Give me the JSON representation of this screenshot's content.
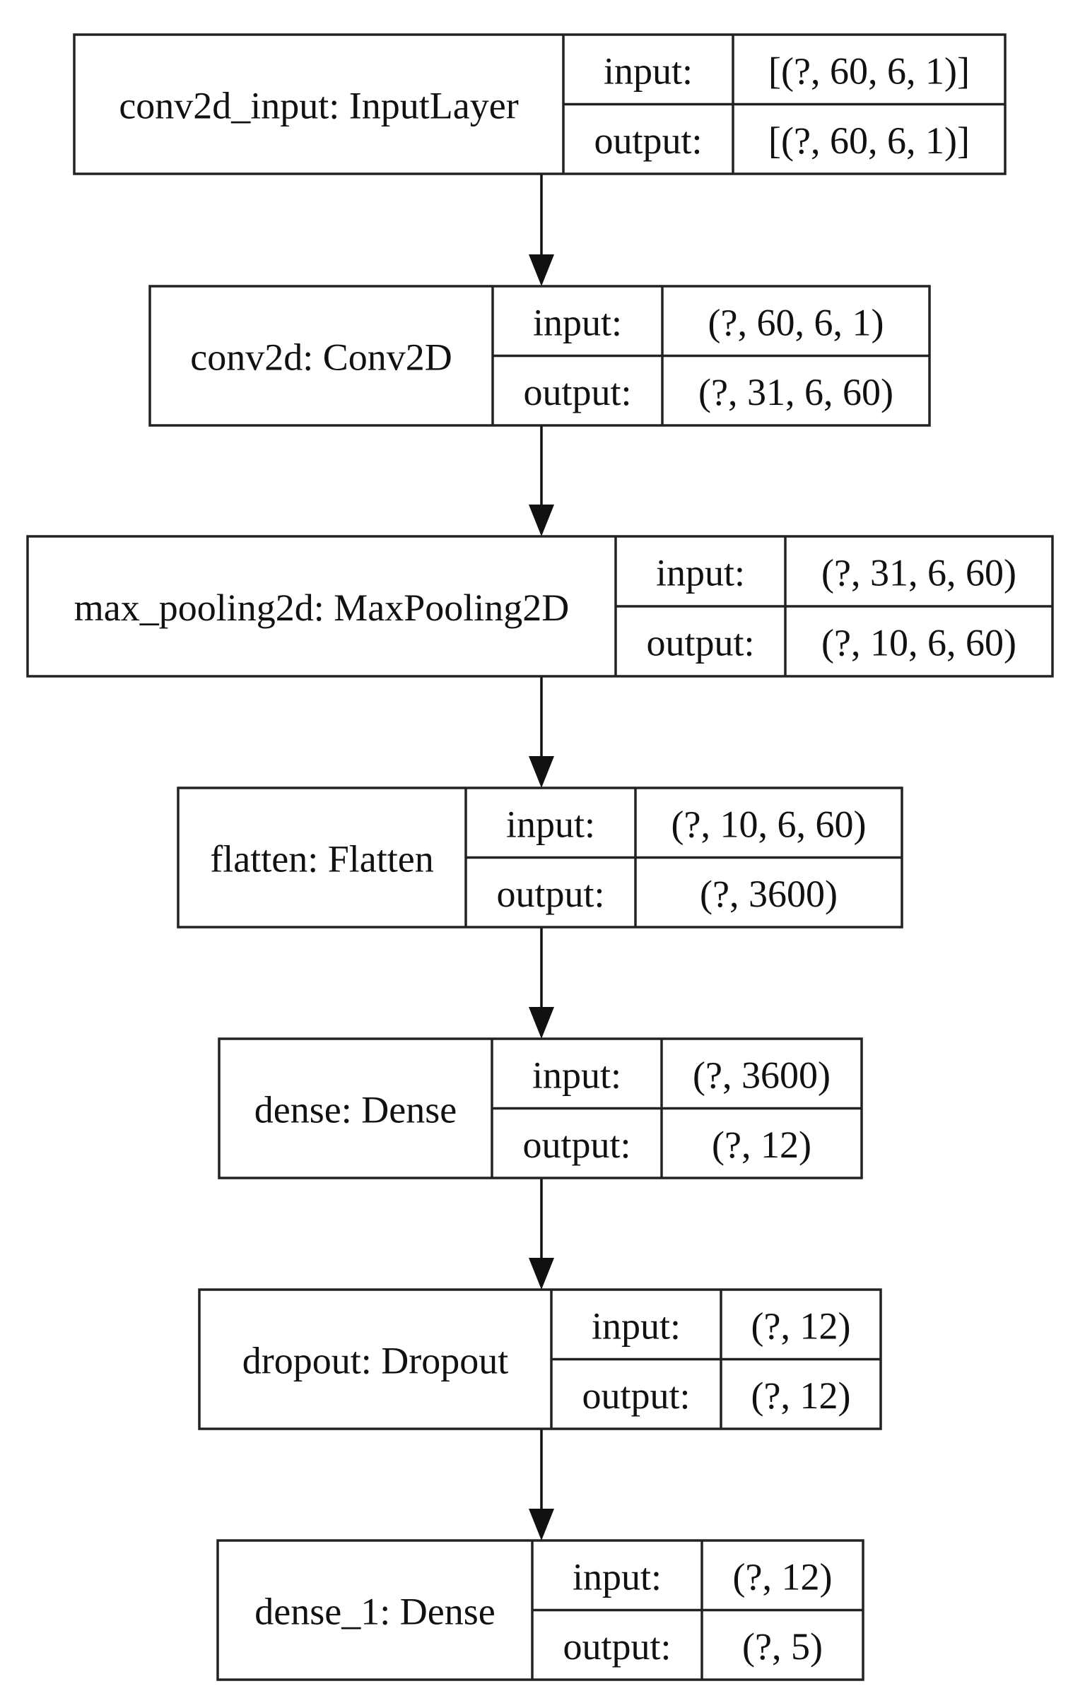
{
  "diagram": {
    "type": "keras-model-plot",
    "labels": {
      "input": "input:",
      "output": "output:"
    },
    "layers": [
      {
        "name": "conv2d_input: InputLayer",
        "input": "[(?, 60, 6, 1)]",
        "output": "[(?, 60, 6, 1)]"
      },
      {
        "name": "conv2d: Conv2D",
        "input": "(?, 60, 6, 1)",
        "output": "(?, 31, 6, 60)"
      },
      {
        "name": "max_pooling2d: MaxPooling2D",
        "input": "(?, 31, 6, 60)",
        "output": "(?, 10, 6, 60)"
      },
      {
        "name": "flatten: Flatten",
        "input": "(?, 10, 6, 60)",
        "output": "(?, 3600)"
      },
      {
        "name": "dense: Dense",
        "input": "(?, 3600)",
        "output": "(?, 12)"
      },
      {
        "name": "dropout: Dropout",
        "input": "(?, 12)",
        "output": "(?, 12)"
      },
      {
        "name": "dense_1: Dense",
        "input": "(?, 12)",
        "output": "(?, 5)"
      }
    ],
    "edges": [
      {
        "from": 0,
        "to": 1
      },
      {
        "from": 1,
        "to": 2
      },
      {
        "from": 2,
        "to": 3
      },
      {
        "from": 3,
        "to": 4
      },
      {
        "from": 4,
        "to": 5
      },
      {
        "from": 5,
        "to": 6
      }
    ]
  }
}
